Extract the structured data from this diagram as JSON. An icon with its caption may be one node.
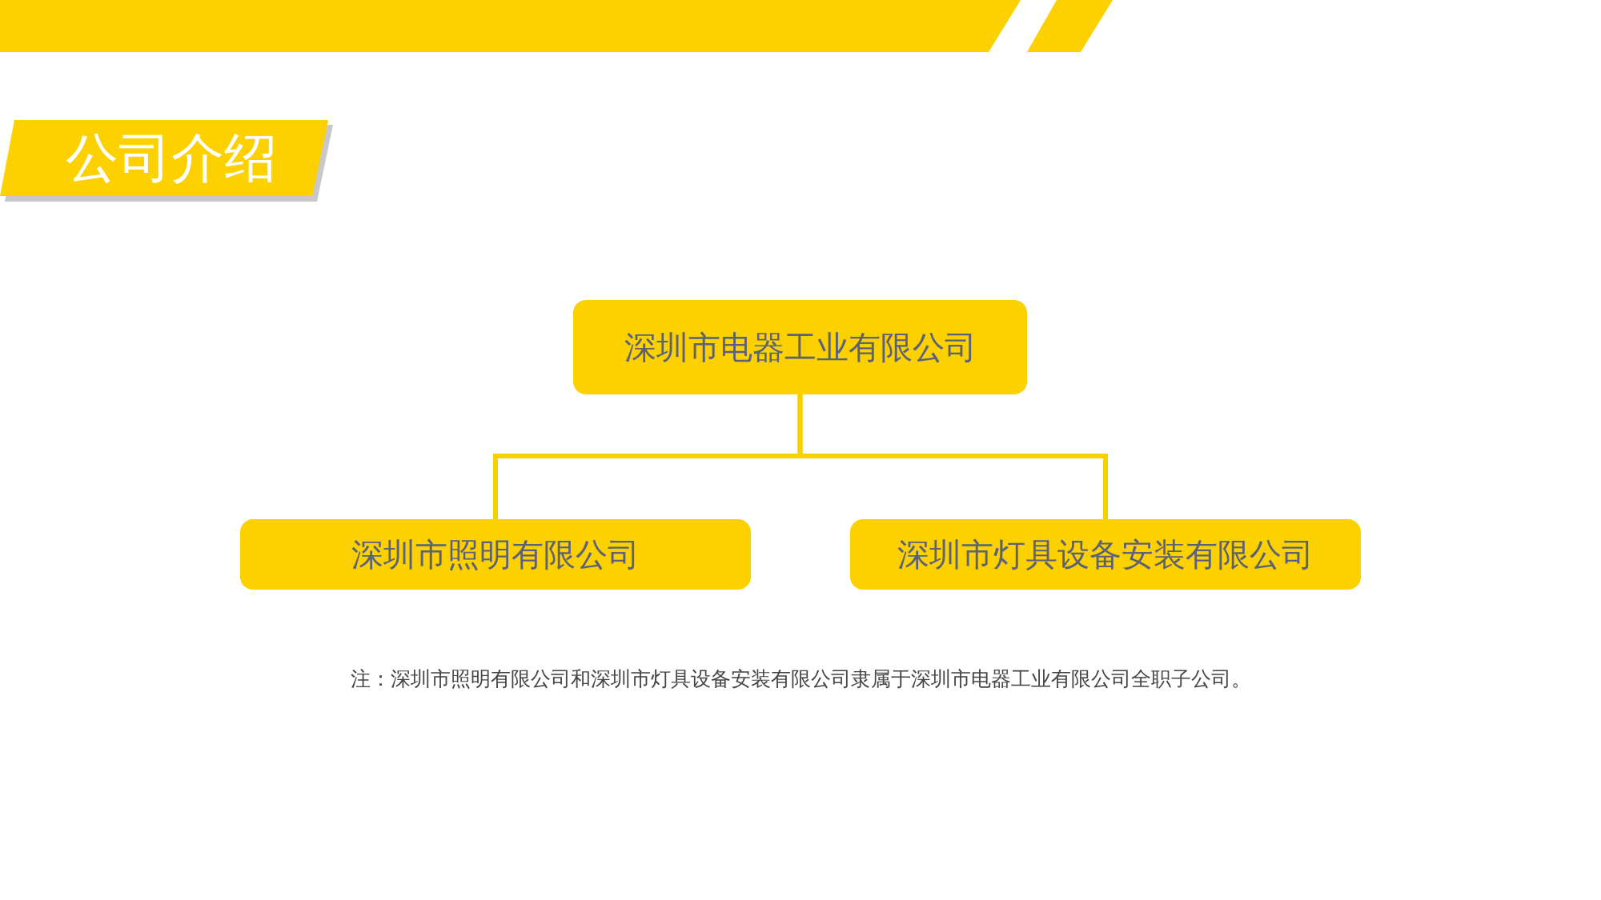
{
  "diagram": {
    "title": "公司介绍",
    "nodes": [
      {
        "text": [
          "深圳市电器工业有限公司"
        ]
      },
      {
        "text": [
          "深圳市照明有限公司"
        ]
      },
      {
        "text": [
          "深圳市灯具设备安装有限公司"
        ]
      }
    ],
    "edges": [
      {
        "from": 0,
        "to": 1,
        "arrow": "none"
      },
      {
        "from": 0,
        "to": 2,
        "arrow": "none"
      }
    ],
    "labels": [
      "注：深圳市照明有限公司和深圳市灯具设备安装有限公司隶属于深圳市电器工业有限公司全职子公司。"
    ]
  }
}
